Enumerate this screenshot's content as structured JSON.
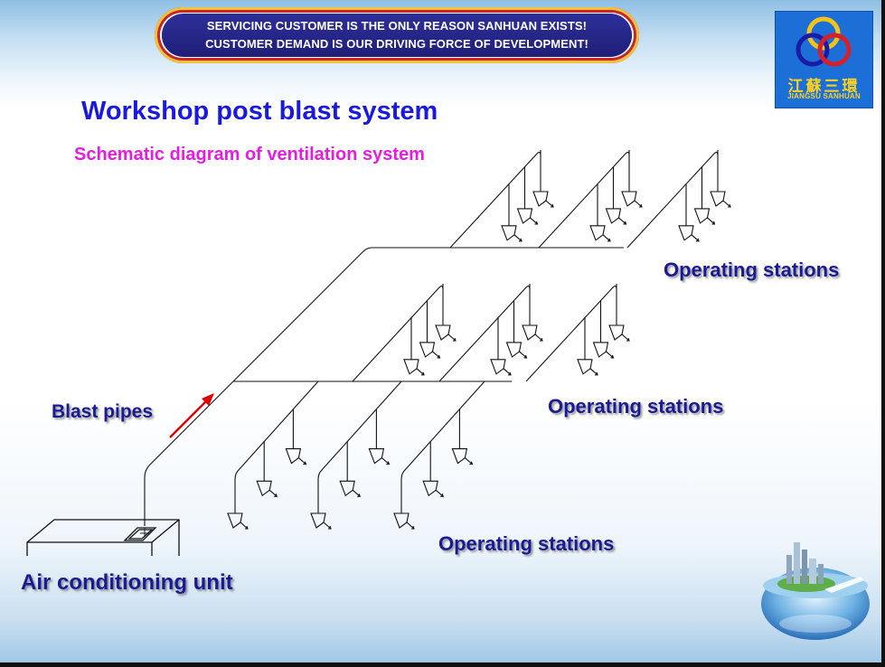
{
  "banner": {
    "line1": "SERVICING CUSTOMER IS THE ONLY REASON  SANHUAN EXISTS!",
    "line2": "CUSTOMER DEMAND IS OUR DRIVING FORCE OF DEVELOPMENT!"
  },
  "logo": {
    "chinese": "江蘇三環",
    "english": "JIANGSU SANHUAN",
    "ring_colors": [
      "#1a1aa8",
      "#d8202a",
      "#f5c21a"
    ]
  },
  "slide": {
    "title": "Workshop post blast system",
    "subtitle": "Schematic diagram of ventilation system"
  },
  "labels": {
    "blast_pipes": "Blast pipes",
    "operating_stations_upper": "Operating stations",
    "operating_stations_middle": "Operating stations",
    "operating_stations_lower": "Operating stations",
    "air_conditioning_unit": "Air conditioning unit"
  },
  "colors": {
    "title": "#1a1adf",
    "subtitle": "#e81ce0",
    "label": "#1a1a92",
    "flow_arrow": "#e00000",
    "pipe": "#111111"
  },
  "icons": {
    "logo": "three-rings-logo-icon",
    "globe": "city-globe-icon"
  }
}
